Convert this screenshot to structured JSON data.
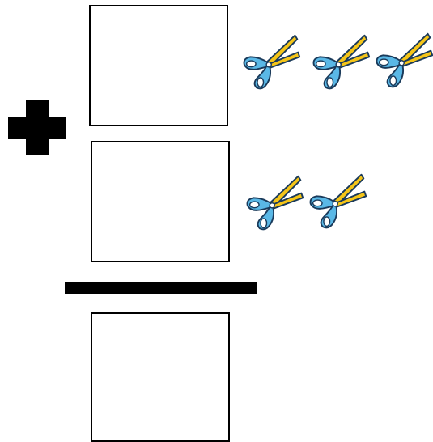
{
  "worksheet": {
    "operator": "plus",
    "addends": [
      {
        "count": 3,
        "icon": "scissors-icon"
      },
      {
        "count": 2,
        "icon": "scissors-icon"
      }
    ],
    "answer_box": {
      "count": null
    },
    "colors": {
      "blade": "#f5c518",
      "handle": "#5ab8e6",
      "outline": "#1a3a5a",
      "ink": "#000000"
    }
  }
}
